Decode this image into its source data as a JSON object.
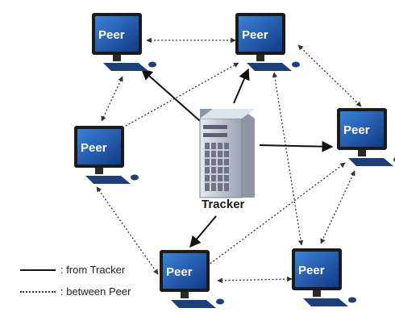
{
  "diagram": {
    "tracker_label": "Tracker",
    "peer_label": "Peer",
    "legend": [
      {
        "label": ": from Tracker",
        "style": "solid"
      },
      {
        "label": ": between Peer",
        "style": "dotted"
      }
    ]
  },
  "colors": {
    "monitor_bezel": "#1b1b1b",
    "screen_blue": "#1f5bb8",
    "keyboard": "#1e3e78",
    "server_body": "#c7ccd6",
    "arrow": "#111111"
  }
}
